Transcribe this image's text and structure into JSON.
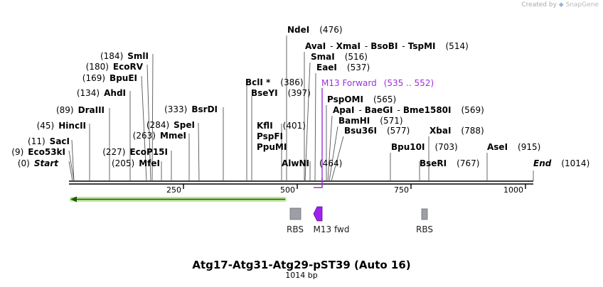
{
  "credit": {
    "prefix": "Created by",
    "brand": "SnapGene"
  },
  "title": "Atg17-Atg31-Atg29-pST39 (Auto 16)",
  "subtitle": "1014 bp",
  "length": 1014,
  "ticks": [
    "250",
    "500",
    "750",
    "1000"
  ],
  "sites": [
    {
      "id": "start",
      "pos": "(0)",
      "name": "Start",
      "italic": true
    },
    {
      "id": "eco53ki",
      "pos": "(9)",
      "name": "Eco53kI"
    },
    {
      "id": "saci",
      "pos": "(11)",
      "name": "SacI"
    },
    {
      "id": "hincii",
      "pos": "(45)",
      "name": "HincII"
    },
    {
      "id": "draiii",
      "pos": "(89)",
      "name": "DraIII"
    },
    {
      "id": "ahdi",
      "pos": "(134)",
      "name": "AhdI"
    },
    {
      "id": "bpuei",
      "pos": "(169)",
      "name": "BpuEI"
    },
    {
      "id": "ecorv",
      "pos": "(180)",
      "name": "EcoRV"
    },
    {
      "id": "smli",
      "pos": "(184)",
      "name": "SmlI"
    },
    {
      "id": "mfei",
      "pos": "(205)",
      "name": "MfeI"
    },
    {
      "id": "ecop15i",
      "pos": "(227)",
      "name": "EcoP15I"
    },
    {
      "id": "mmei",
      "pos": "(263)",
      "name": "MmeI"
    },
    {
      "id": "spei",
      "pos": "(284)",
      "name": "SpeI"
    },
    {
      "id": "bsrdi",
      "pos": "(333)",
      "name": "BsrDI"
    },
    {
      "id": "bcli",
      "pos": "(386)",
      "name": "BclI *"
    },
    {
      "id": "bseyi",
      "pos": "(397)",
      "name": "BseYI"
    },
    {
      "id": "kfli",
      "pos": "(401)",
      "name": "KflI"
    },
    {
      "id": "pspfi",
      "pos": "",
      "name": "PspFI"
    },
    {
      "id": "ppumi",
      "pos": "",
      "name": "PpuMI"
    },
    {
      "id": "alwni",
      "pos": "(464)",
      "name": "AlwNI"
    },
    {
      "id": "ndei",
      "pos": "(476)",
      "name": "NdeI"
    },
    {
      "id": "avai",
      "pos": "(514)",
      "name": "AvaI",
      "extra": [
        "XmaI",
        "BsoBI",
        "TspMI"
      ]
    },
    {
      "id": "smai",
      "pos": "(516)",
      "name": "SmaI"
    },
    {
      "id": "eaei",
      "pos": "(537)",
      "name": "EaeI"
    },
    {
      "id": "m13fwd_site",
      "pos": "(535 .. 552)",
      "name": "M13 Forward",
      "primer": true
    },
    {
      "id": "pspomi",
      "pos": "(565)",
      "name": "PspOMI"
    },
    {
      "id": "apai",
      "pos": "(569)",
      "name": "ApaI",
      "extra": [
        "BaeGI",
        "Bme1580I"
      ]
    },
    {
      "id": "bamhi",
      "pos": "(571)",
      "name": "BamHI"
    },
    {
      "id": "bsu36i",
      "pos": "(577)",
      "name": "Bsu36I"
    },
    {
      "id": "bpu10i",
      "pos": "(703)",
      "name": "Bpu10I"
    },
    {
      "id": "bseri",
      "pos": "(767)",
      "name": "BseRI"
    },
    {
      "id": "xbai",
      "pos": "(788)",
      "name": "XbaI"
    },
    {
      "id": "asei",
      "pos": "(915)",
      "name": "AseI"
    },
    {
      "id": "end",
      "pos": "(1014)",
      "name": "End",
      "italic": true
    }
  ],
  "features": [
    {
      "id": "rbs1",
      "label": "RBS",
      "color": "#9ca0a6"
    },
    {
      "id": "m13",
      "label": "M13 fwd",
      "color": "#a020f0"
    },
    {
      "id": "rbs2",
      "label": "RBS",
      "color": "#9ca0a6"
    }
  ],
  "orf_color": "#8fd44a",
  "primer_color": "#9b30d9"
}
